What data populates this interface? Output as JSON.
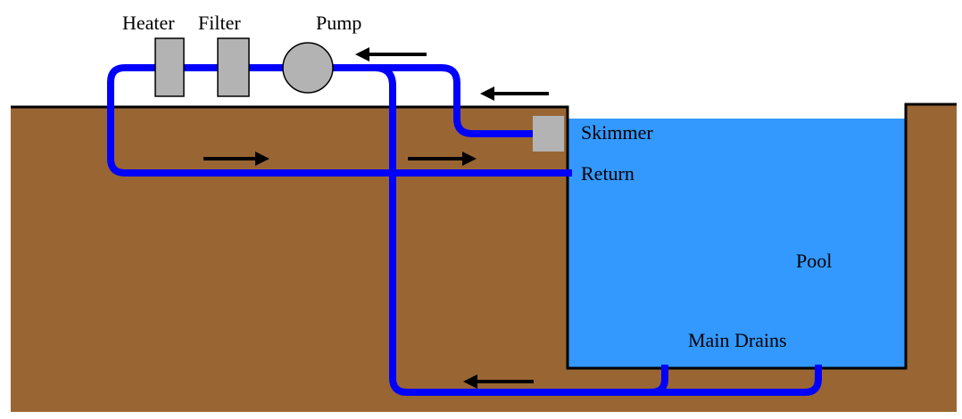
{
  "labels": {
    "heater": "Heater",
    "filter": "Filter",
    "pump": "Pump",
    "skimmer": "Skimmer",
    "return": "Return",
    "pool": "Pool",
    "main_drains": "Main Drains"
  },
  "colors": {
    "ground": "#996633",
    "water": "#3399ff",
    "pipe": "#0000ff",
    "equipment": "#b3b3b3",
    "arrow": "#000000"
  },
  "flow_arrows": [
    "left",
    "left",
    "right",
    "right",
    "left"
  ]
}
